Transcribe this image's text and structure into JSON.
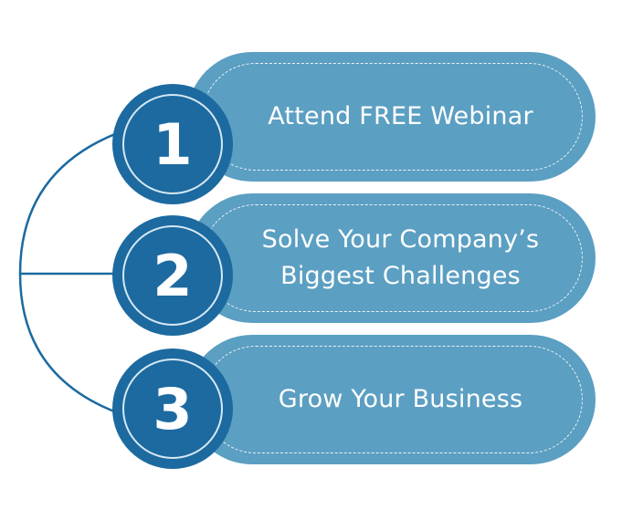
{
  "colors": {
    "pill": "#5b9fc2",
    "badge": "#1c6aa0",
    "connector": "#1c6aa0",
    "text": "#ffffff"
  },
  "steps": [
    {
      "number": "1",
      "label": "Attend FREE Webinar"
    },
    {
      "number": "2",
      "label": "Solve Your Company’s\nBiggest Challenges"
    },
    {
      "number": "3",
      "label": "Grow Your Business"
    }
  ]
}
